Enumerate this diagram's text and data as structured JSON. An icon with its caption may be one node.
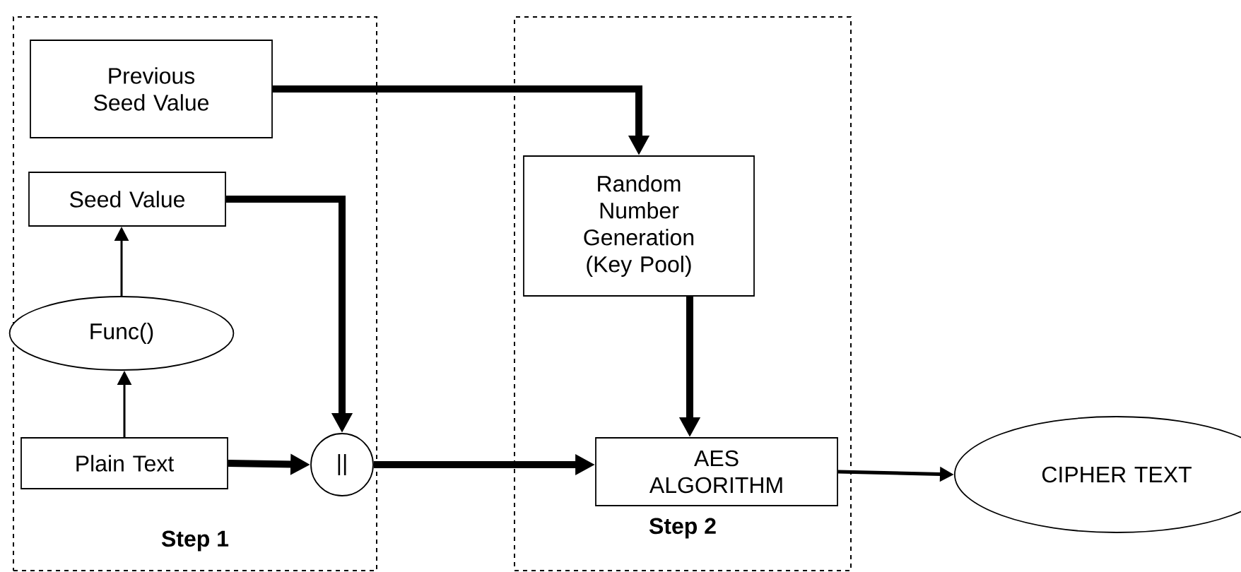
{
  "diagram": {
    "nodes": [
      {
        "text": [
          "Step 1"
        ]
      },
      {
        "text": [
          "Previous Seed Value"
        ],
        "in": 0
      },
      {
        "text": [
          "Seed Value"
        ],
        "in": 0
      },
      {
        "text": [
          "Func()"
        ],
        "in": 0
      },
      {
        "text": [
          "Plain Text"
        ],
        "in": 0
      },
      {
        "text": [
          "||"
        ],
        "in": 0
      },
      {
        "text": [
          "Step 2"
        ]
      },
      {
        "text": [
          "Random Number Generation (Key Pool)"
        ],
        "in": 6
      },
      {
        "text": [
          "AES ALGORITHM"
        ],
        "in": 6
      },
      {
        "text": [
          "CIPHER TEXT"
        ]
      }
    ],
    "edges": [
      {
        "from": 1,
        "to": 7,
        "arrow": "to"
      },
      {
        "from": 2,
        "to": 5,
        "arrow": "to"
      },
      {
        "from": 4,
        "to": 3,
        "arrow": "to"
      },
      {
        "from": 3,
        "to": 2,
        "arrow": "to"
      },
      {
        "from": 4,
        "to": 5,
        "arrow": "to"
      },
      {
        "from": 5,
        "to": 8,
        "arrow": "to"
      },
      {
        "from": 7,
        "to": 8,
        "arrow": "to"
      },
      {
        "from": 8,
        "to": 9,
        "arrow": "to"
      }
    ]
  }
}
